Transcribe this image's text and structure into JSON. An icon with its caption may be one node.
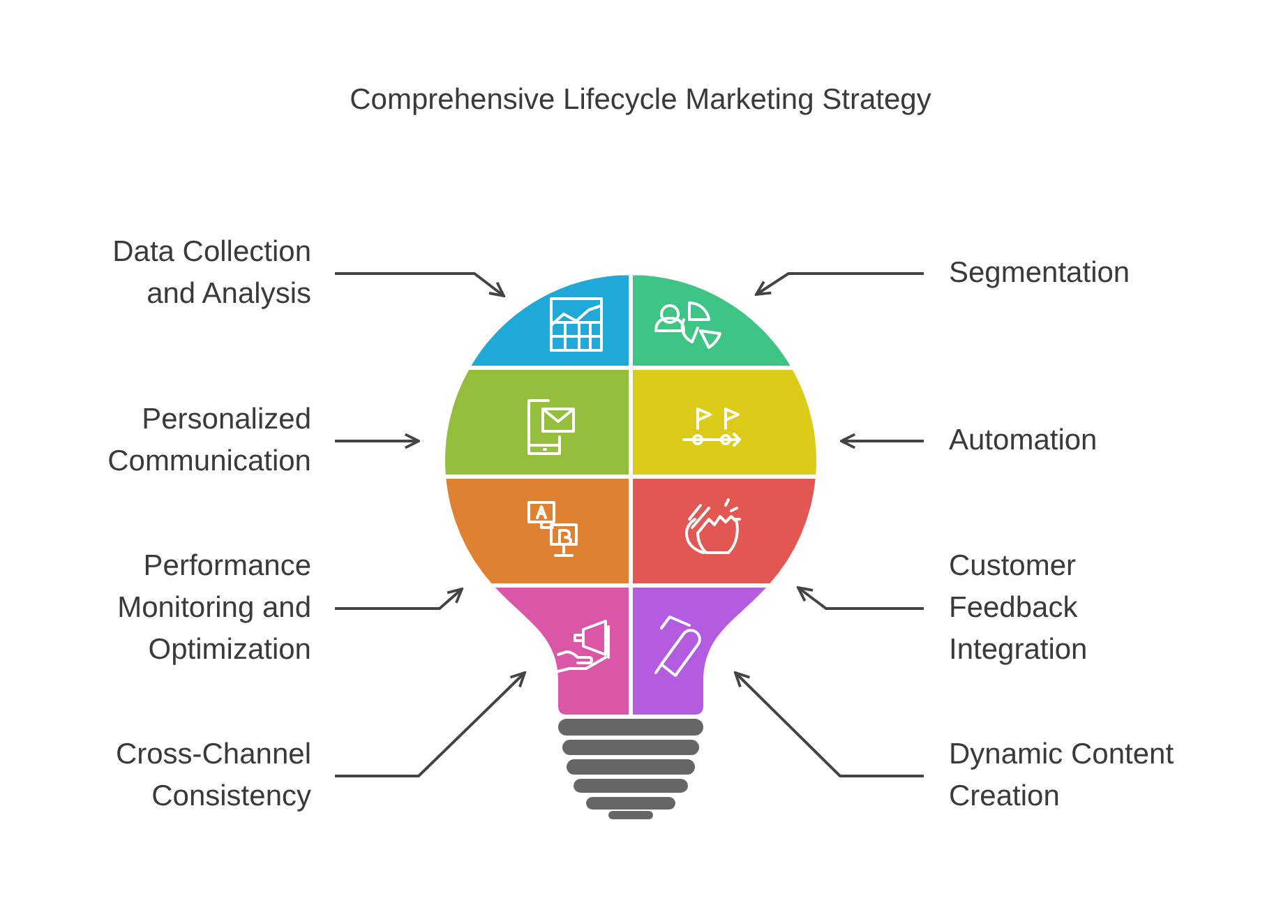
{
  "diagram": {
    "title": "Comprehensive Lifecycle Marketing Strategy",
    "nodes": [
      {
        "text": [
          "Data Collection and Analysis"
        ]
      },
      {
        "text": [
          "Segmentation"
        ]
      },
      {
        "text": [
          "Personalized Communication"
        ]
      },
      {
        "text": [
          "Automation"
        ]
      },
      {
        "text": [
          "Performance Monitoring and Optimization"
        ]
      },
      {
        "text": [
          "Customer Feedback Integration"
        ]
      },
      {
        "text": [
          "Cross-Channel Consistency"
        ]
      },
      {
        "text": [
          "Dynamic Content Creation"
        ]
      },
      {
        "text": [],
        "shape": "box"
      },
      {
        "text": [],
        "shape": "box"
      },
      {
        "text": [],
        "shape": "box"
      },
      {
        "text": [],
        "shape": "box"
      },
      {
        "text": [],
        "shape": "box"
      },
      {
        "text": [],
        "shape": "box"
      },
      {
        "text": [],
        "shape": "box"
      },
      {
        "text": [],
        "shape": "box"
      }
    ],
    "edges": [
      {
        "from": 0,
        "to": 8,
        "arrow": "to"
      },
      {
        "from": 1,
        "to": 9,
        "arrow": "to"
      },
      {
        "from": 2,
        "to": 10,
        "arrow": "to"
      },
      {
        "from": 3,
        "to": 11,
        "arrow": "to"
      },
      {
        "from": 4,
        "to": 12,
        "arrow": "to"
      },
      {
        "from": 5,
        "to": 13,
        "arrow": "to"
      },
      {
        "from": 6,
        "to": 14,
        "arrow": "to"
      },
      {
        "from": 7,
        "to": 15,
        "arrow": "to"
      }
    ]
  }
}
